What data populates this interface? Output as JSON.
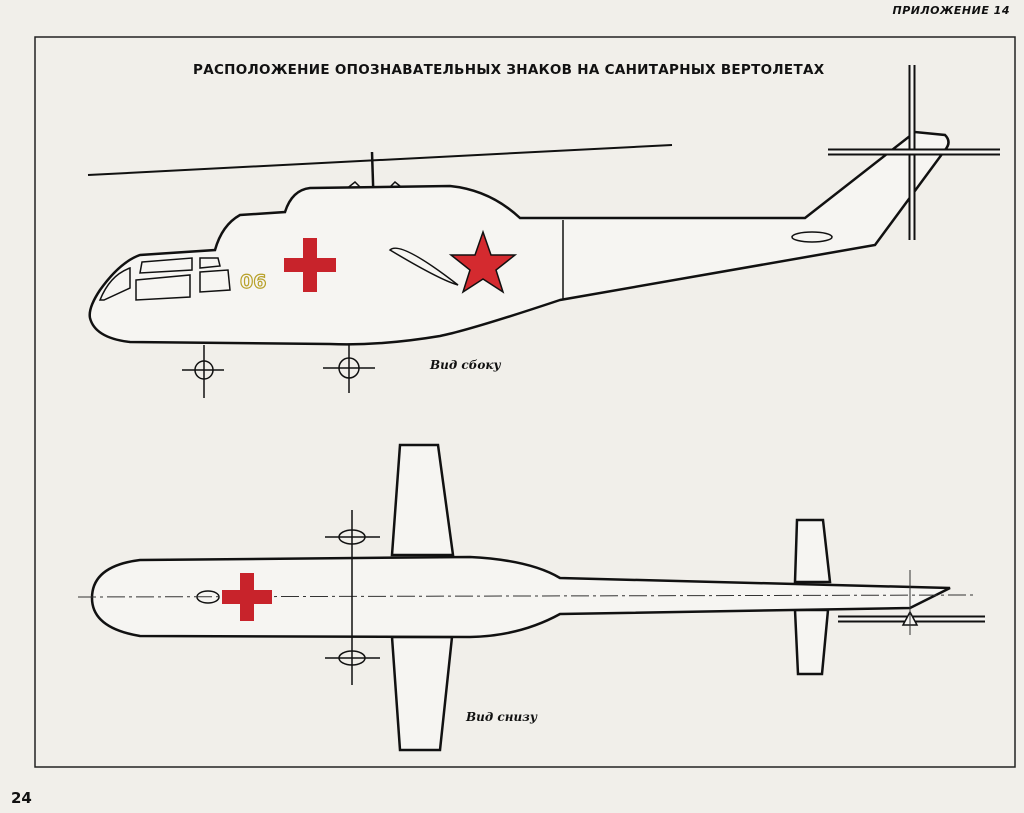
{
  "header": {
    "appendix": "ПРИЛОЖЕНИЕ 14"
  },
  "title": "РАСПОЛОЖЕНИЕ ОПОЗНАВАТЕЛЬНЫХ ЗНАКОВ НА САНИТАРНЫХ ВЕРТОЛЕТАХ",
  "side_view": {
    "label": "Вид сбоку",
    "tail_number": "06"
  },
  "bottom_view": {
    "label": "Вид снизу"
  },
  "page_number": "24",
  "colors": {
    "cross": "#c8232b",
    "star": "#d42a2f",
    "number": "#d8c23a",
    "line": "#111111"
  }
}
